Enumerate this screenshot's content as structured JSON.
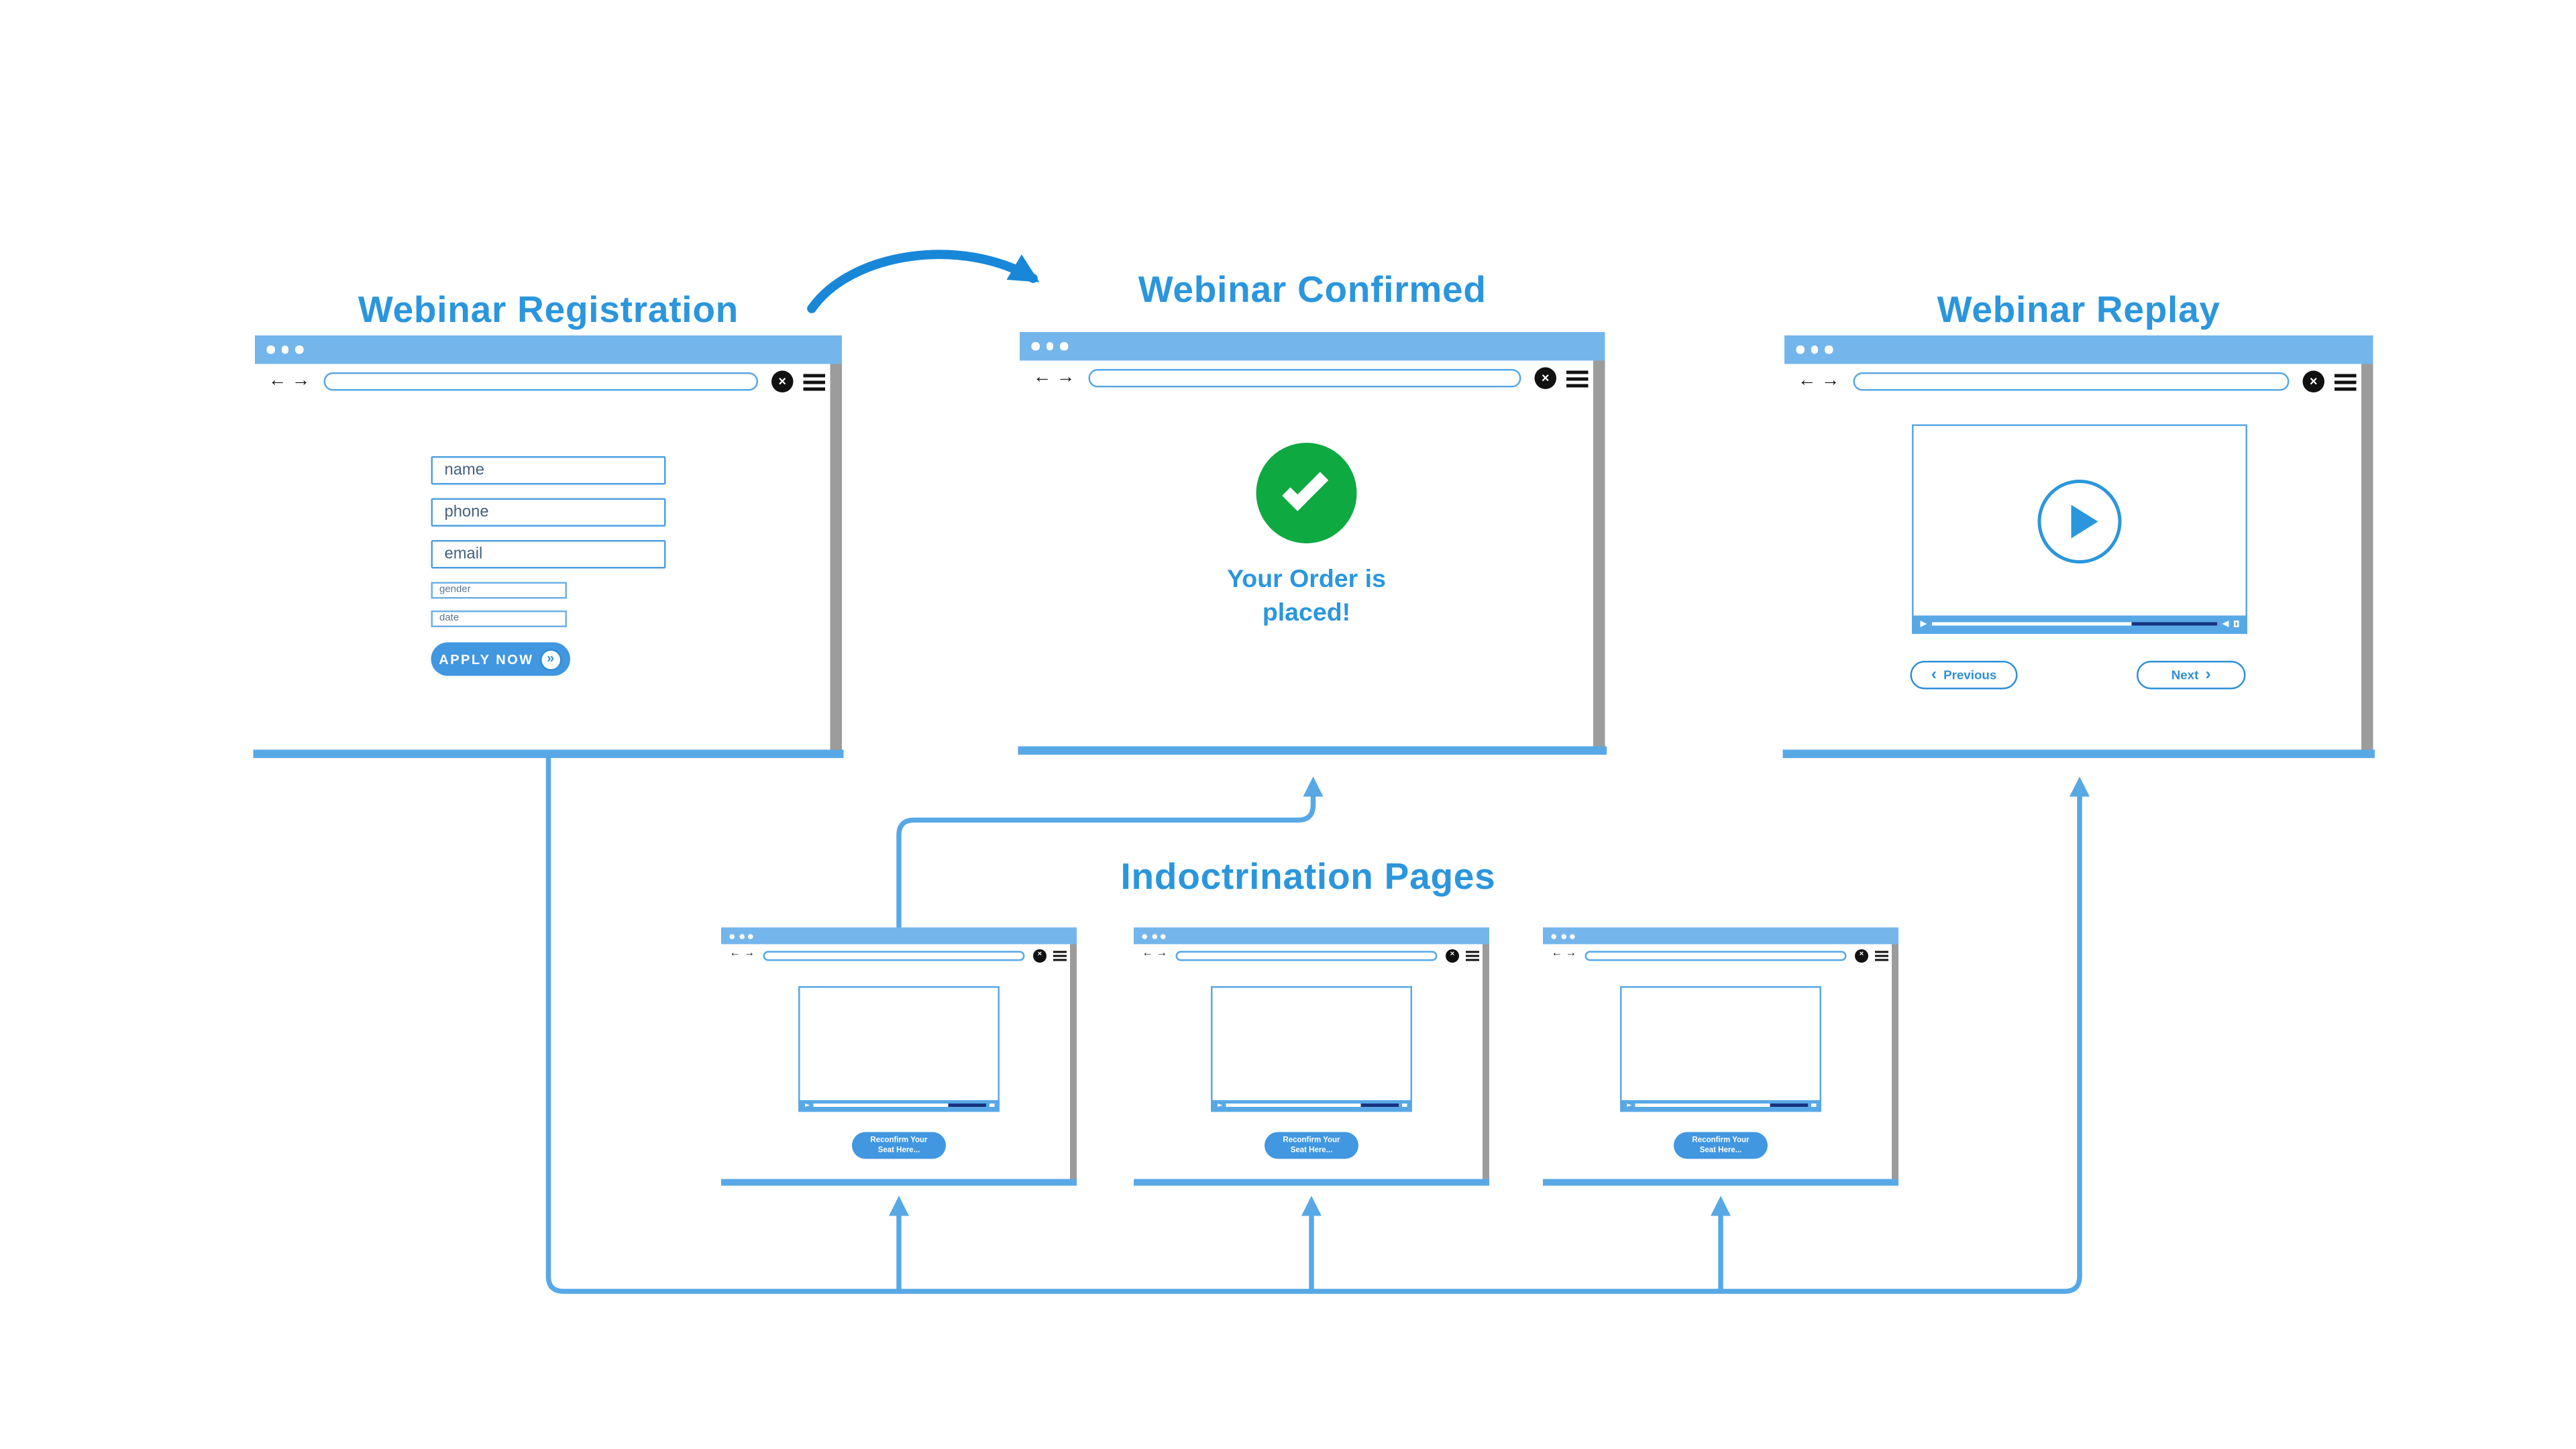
{
  "colors": {
    "title_blue": "#2B96DC",
    "chrome_bar_blue": "#74B6EB",
    "outline_blue": "#58A8E6",
    "connector_blue": "#58A8E6",
    "curved_arrow_blue": "#1987D8",
    "button_blue": "#4197E0",
    "success_green": "#0FA942",
    "scrollbar_gray": "#9C9C9C",
    "progress_dark_blue": "#16337F"
  },
  "icons": {
    "back": "←",
    "forward": "→",
    "close": "×",
    "chevron_left": "‹",
    "chevron_right": "›",
    "double_arrow": "»"
  },
  "registration": {
    "title": "Webinar Registration",
    "fields": [
      {
        "placeholder": "name"
      },
      {
        "placeholder": "phone"
      },
      {
        "placeholder": "email"
      }
    ],
    "small_fields": [
      {
        "placeholder": "gender"
      },
      {
        "placeholder": "date"
      }
    ],
    "apply_button": "APPLY NOW"
  },
  "confirmed": {
    "title": "Webinar Confirmed",
    "message_line1": "Your Order is",
    "message_line2": "placed!"
  },
  "replay": {
    "title": "Webinar Replay",
    "previous_button": "Previous",
    "next_button": "Next"
  },
  "indoctrination": {
    "title": "Indoctrination Pages",
    "pages": [
      {
        "button_line1": "Reconfirm Your",
        "button_line2": "Seat Here..."
      },
      {
        "button_line1": "Reconfirm Your",
        "button_line2": "Seat Here..."
      },
      {
        "button_line1": "Reconfirm Your",
        "button_line2": "Seat Here..."
      }
    ]
  }
}
